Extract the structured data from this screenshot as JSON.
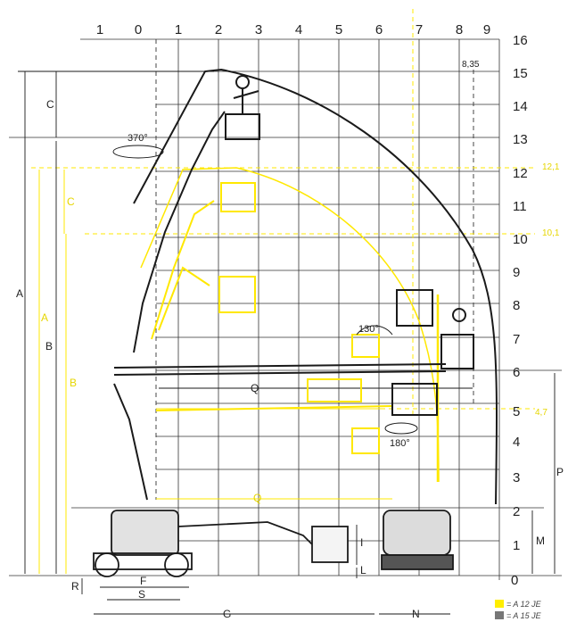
{
  "x_axis_labels": [
    "1",
    "0",
    "1",
    "2",
    "3",
    "4",
    "5",
    "6",
    "7",
    "8",
    "9"
  ],
  "y_axis_labels": [
    "16",
    "15",
    "14",
    "13",
    "12",
    "11",
    "10",
    "9",
    "8",
    "7",
    "6",
    "5",
    "4",
    "3",
    "2",
    "1",
    "0"
  ],
  "dimension_letters": {
    "A_black": "A",
    "B_black": "B",
    "C_black": "C",
    "A_yellow": "A",
    "B_yellow": "B",
    "C_yellow": "C",
    "Q_black": "Q",
    "Q_yellow": "Q",
    "P": "P",
    "M": "M",
    "I": "I",
    "L": "L",
    "R": "R",
    "F": "F",
    "S": "S",
    "G": "G",
    "N": "N"
  },
  "height_marks": {
    "h12_1": "12,1",
    "h10_1": "10,1",
    "h4_7": "4,7",
    "reach_8_35": "8,35"
  },
  "angles": {
    "turret": "370°",
    "jib": "130°",
    "basket": "180°"
  },
  "legend": [
    {
      "label": "= A 12 JE",
      "color": "#ffee00"
    },
    {
      "label": "= A 15 JE",
      "color": "#777777"
    }
  ],
  "colors": {
    "black_model": "#1a1a1a",
    "yellow_model": "#ffe800"
  }
}
